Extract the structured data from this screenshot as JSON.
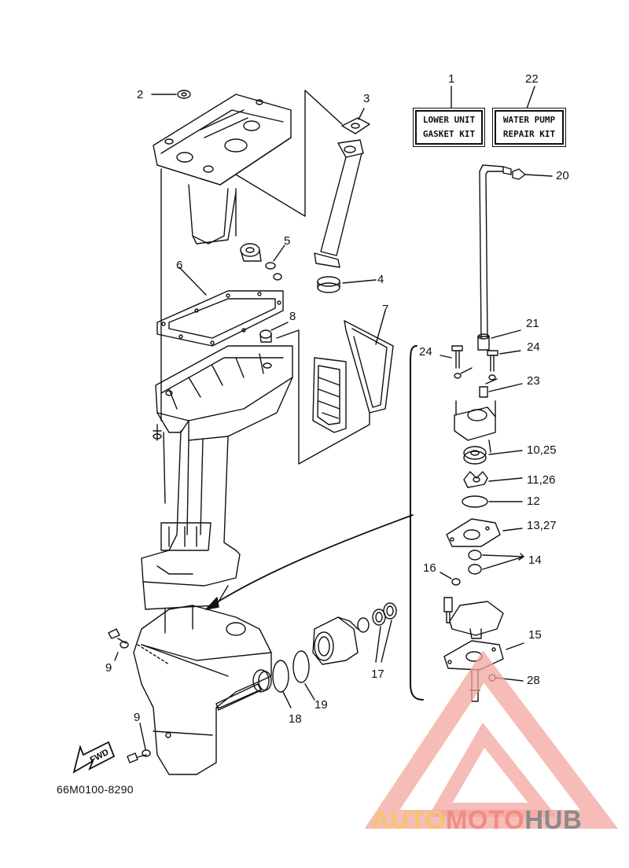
{
  "callouts": {
    "c1": "1",
    "c2": "2",
    "c3": "3",
    "c4": "4",
    "c5": "5",
    "c6": "6",
    "c7": "7",
    "c8": "8",
    "c9a": "9",
    "c9b": "9",
    "c10": "10,25",
    "c11": "11,26",
    "c12": "12",
    "c13": "13,27",
    "c14": "14",
    "c15": "15",
    "c16": "16",
    "c17": "17",
    "c18": "18",
    "c19": "19",
    "c20": "20",
    "c21": "21",
    "c22": "22",
    "c23": "23",
    "c24a": "24",
    "c24b": "24",
    "c28": "28"
  },
  "kits": {
    "lower_unit": {
      "line1": "LOWER UNIT",
      "line2": "GASKET KIT"
    },
    "water_pump": {
      "line1": "WATER PUMP",
      "line2": "REPAIR KIT"
    }
  },
  "fwd_label": "FWD",
  "diagram_code": "66M0100-8290",
  "watermark": {
    "part1": "AUTO",
    "part2": "MOTO",
    "part3": "HUB",
    "colors": {
      "auto": "#f6c46e",
      "moto": "#f08c84",
      "hub": "#8a8a8a",
      "triangle": "#f3a6a0"
    }
  }
}
